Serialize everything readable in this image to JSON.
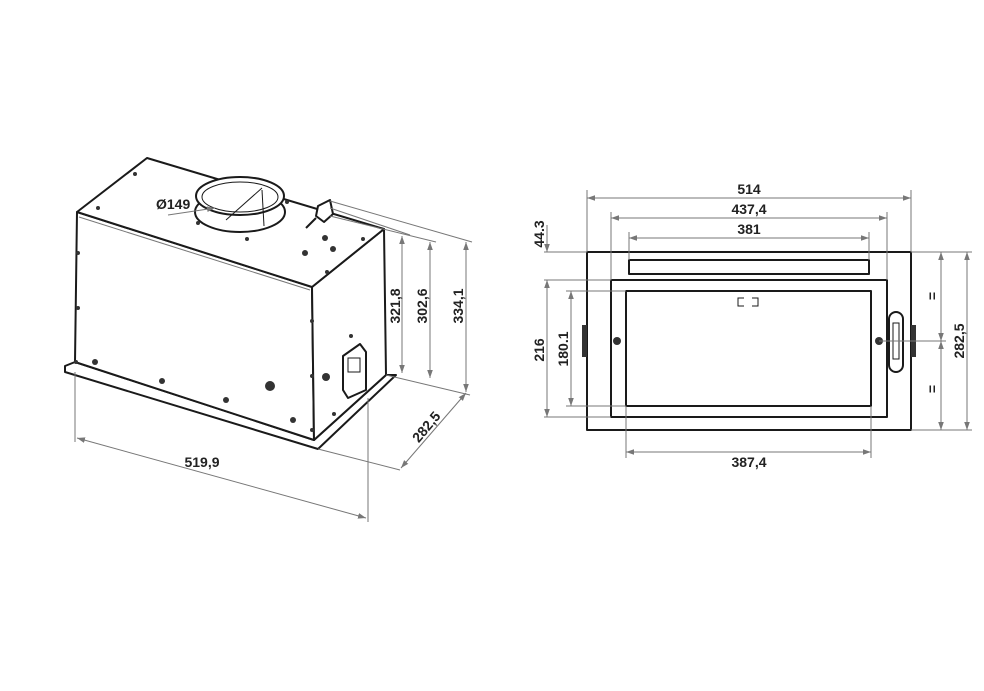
{
  "perspective_view": {
    "duct_diameter": "Ø149",
    "height_1": "321,8",
    "height_2": "302,6",
    "height_3": "334,1",
    "depth": "282,5",
    "width": "519,9"
  },
  "bottom_view": {
    "overall_width": "514",
    "panel_width": "437,4",
    "slot_width": "381",
    "glass_width": "387,4",
    "front_offset": "44.3",
    "panel_depth": "216",
    "glass_depth": "180.1",
    "overall_depth": "282,5",
    "equal_top": "=",
    "equal_bottom": "="
  },
  "colors": {
    "line": "#1a1a1a",
    "dimension": "#777777"
  }
}
